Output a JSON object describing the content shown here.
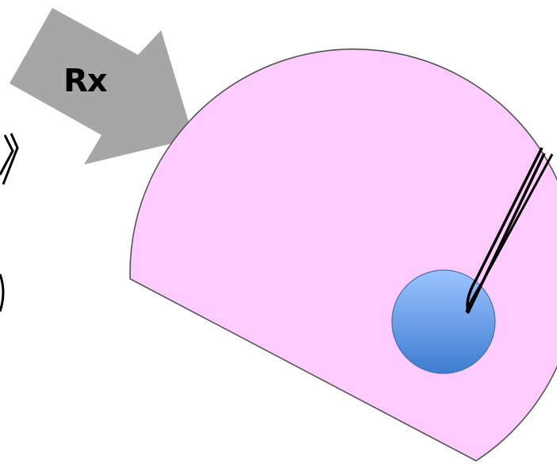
{
  "arrow": {
    "label": "Rx",
    "icon": "block-arrow",
    "fill_color": "#a6a6a6"
  },
  "tissue_section": {
    "shape": "half-disc",
    "fill_color": "#ffccff",
    "stroke_color": "#555555"
  },
  "target_cell": {
    "shape": "circle",
    "gradient_top": "#9cc3ff",
    "gradient_bottom": "#3e7dd1",
    "stroke_color": "#4a6ea8"
  },
  "micropipette": {
    "icon": "micropipette",
    "stroke_color": "#000000"
  },
  "partial_pipette": {
    "icon": "micropipette",
    "stroke_color": "#000000"
  }
}
